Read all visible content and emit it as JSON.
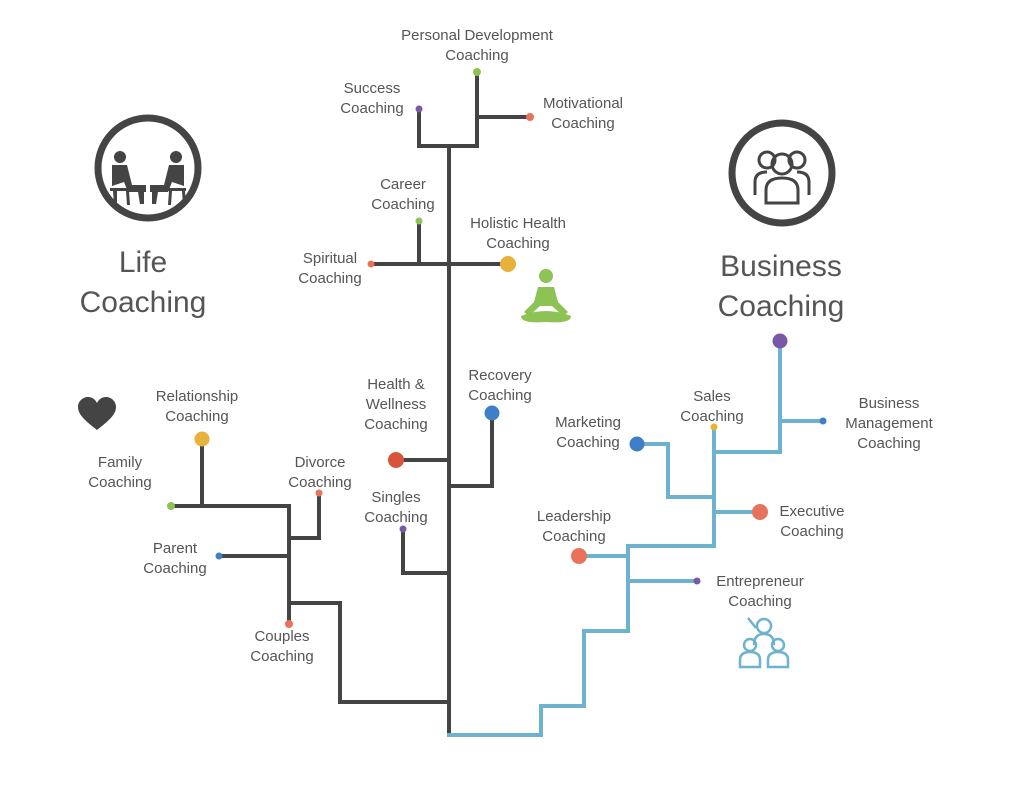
{
  "life": {
    "title_line1": "Life",
    "title_line2": "Coaching"
  },
  "business": {
    "title_line1": "Business",
    "title_line2": "Coaching"
  },
  "nodes": {
    "personal_development": {
      "line1": "Personal Development",
      "line2": "Coaching"
    },
    "success": {
      "line1": "Success",
      "line2": "Coaching"
    },
    "motivational": {
      "line1": "Motivational",
      "line2": "Coaching"
    },
    "career": {
      "line1": "Career",
      "line2": "Coaching"
    },
    "holistic_health": {
      "line1": "Holistic Health",
      "line2": "Coaching"
    },
    "spiritual": {
      "line1": "Spiritual",
      "line2": "Coaching"
    },
    "health_wellness": {
      "line1": "Health &",
      "line2": "Wellness",
      "line3": "Coaching"
    },
    "recovery": {
      "line1": "Recovery",
      "line2": "Coaching"
    },
    "singles": {
      "line1": "Singles",
      "line2": "Coaching"
    },
    "relationship": {
      "line1": "Relationship",
      "line2": "Coaching"
    },
    "family": {
      "line1": "Family",
      "line2": "Coaching"
    },
    "divorce": {
      "line1": "Divorce",
      "line2": "Coaching"
    },
    "parent": {
      "line1": "Parent",
      "line2": "Coaching"
    },
    "couples": {
      "line1": "Couples",
      "line2": "Coaching"
    },
    "sales": {
      "line1": "Sales",
      "line2": "Coaching"
    },
    "business_management": {
      "line1": "Business",
      "line2": "Management",
      "line3": "Coaching"
    },
    "marketing": {
      "line1": "Marketing",
      "line2": "Coaching"
    },
    "executive": {
      "line1": "Executive",
      "line2": "Coaching"
    },
    "leadership": {
      "line1": "Leadership",
      "line2": "Coaching"
    },
    "entrepreneur": {
      "line1": "Entrepreneur",
      "line2": "Coaching"
    }
  },
  "colors": {
    "green": "#8dc255",
    "purple": "#7b58a6",
    "orange": "#e8735a",
    "yellow": "#e8b23a",
    "blue_dot": "#3f7fc9",
    "red": "#d9533a",
    "life_branch": "#444444",
    "business_branch": "#6db3d0"
  },
  "icons": {
    "life": "two-people-sitting-icon",
    "business": "group-of-people-icon",
    "holistic": "meditation-figure-icon",
    "relationship": "heart-icon",
    "entrepreneur": "team-meeting-icon"
  }
}
